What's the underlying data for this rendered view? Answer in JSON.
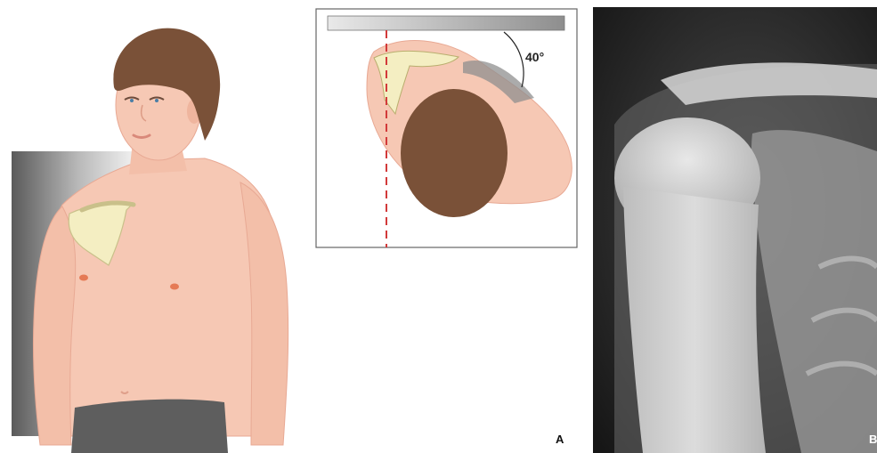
{
  "figure": {
    "angle_label": "40°",
    "panel_a_label": "A",
    "panel_b_label": "B"
  },
  "colors": {
    "skin": "#f6c8b4",
    "hair": "#7a5138",
    "bone": "#f4eec2",
    "cassette_dark": "#6c6c6c",
    "cassette_light": "#e6e6e6",
    "shorts": "#5e5e5e",
    "centerline": "#d23a3a"
  },
  "icons": [
    "shoulder-illustration",
    "top-view-inset",
    "radiograph"
  ]
}
